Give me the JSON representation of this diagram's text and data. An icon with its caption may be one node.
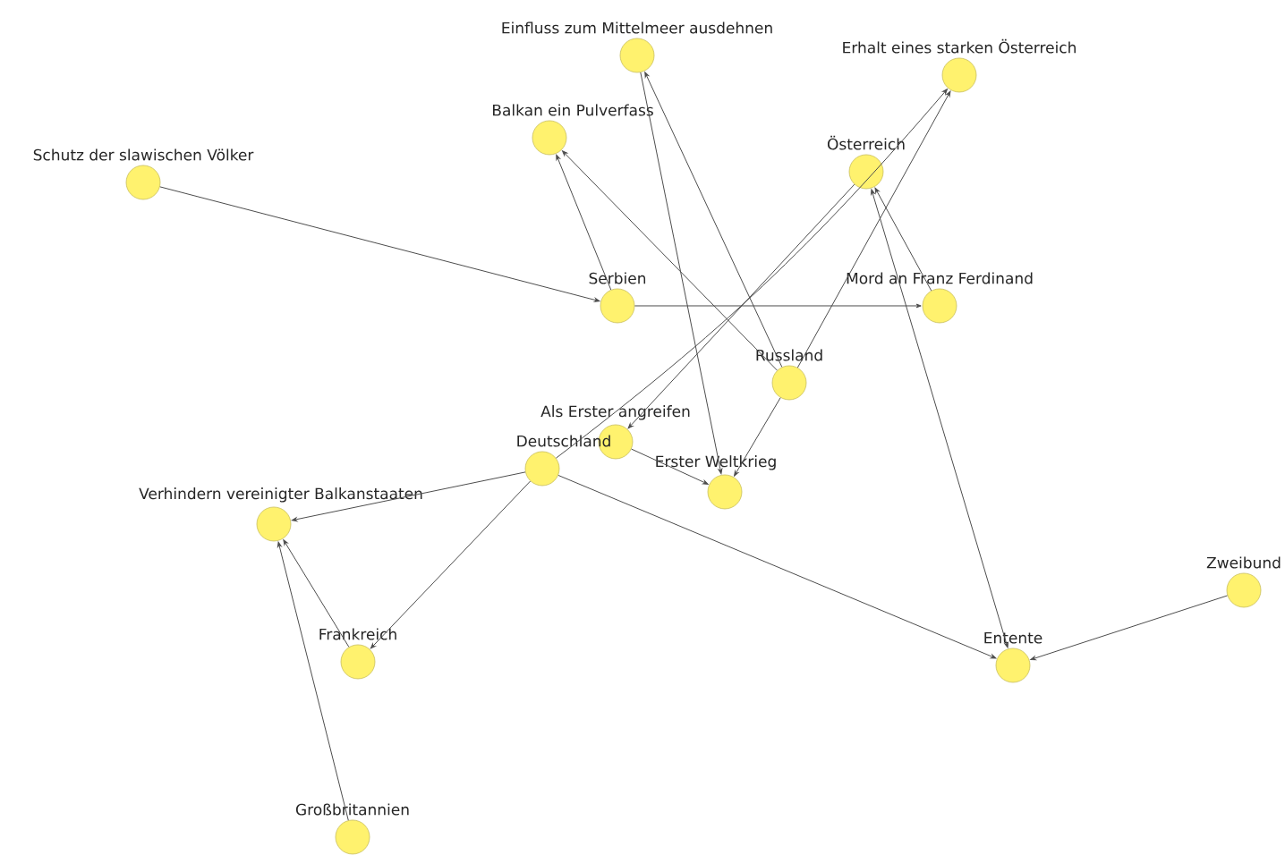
{
  "diagram": {
    "nodes": [
      {
        "text": [
          "Einfluss zum Mittelmeer ausdehnen"
        ]
      },
      {
        "text": [
          "Erhalt eines starken Österreich"
        ]
      },
      {
        "text": [
          "Balkan ein Pulverfass"
        ]
      },
      {
        "text": [
          "Schutz der slawischen Völker"
        ]
      },
      {
        "text": [
          "Österreich"
        ]
      },
      {
        "text": [
          "Serbien"
        ]
      },
      {
        "text": [
          "Mord an Franz Ferdinand"
        ]
      },
      {
        "text": [
          "Russland"
        ]
      },
      {
        "text": [
          "Als Erster angreifen"
        ]
      },
      {
        "text": [
          "Deutschland"
        ]
      },
      {
        "text": [
          "Erster Weltkrieg"
        ]
      },
      {
        "text": [
          "Verhindern vereinigter Balkanstaaten"
        ]
      },
      {
        "text": [
          "Frankreich"
        ]
      },
      {
        "text": [
          "Zweibund"
        ]
      },
      {
        "text": [
          "Entente"
        ]
      },
      {
        "text": [
          "Großbritannien"
        ]
      }
    ],
    "edges": [
      {
        "from": 3,
        "to": 5,
        "arrow": "to"
      },
      {
        "from": 5,
        "to": 6,
        "arrow": "to"
      },
      {
        "from": 5,
        "to": 2,
        "arrow": "to"
      },
      {
        "from": 7,
        "to": 2,
        "arrow": "to"
      },
      {
        "from": 7,
        "to": 0,
        "arrow": "to"
      },
      {
        "from": 0,
        "to": 10,
        "arrow": "to"
      },
      {
        "from": 7,
        "to": 1,
        "arrow": "to"
      },
      {
        "from": 9,
        "to": 1,
        "arrow": "to"
      },
      {
        "from": 4,
        "to": 8,
        "arrow": "to"
      },
      {
        "from": 6,
        "to": 4,
        "arrow": "to"
      },
      {
        "from": 4,
        "to": 14,
        "arrow": "both"
      },
      {
        "from": 7,
        "to": 10,
        "arrow": "to"
      },
      {
        "from": 8,
        "to": 10,
        "arrow": "to"
      },
      {
        "from": 9,
        "to": 11,
        "arrow": "to"
      },
      {
        "from": 9,
        "to": 12,
        "arrow": "to"
      },
      {
        "from": 12,
        "to": 11,
        "arrow": "to"
      },
      {
        "from": 15,
        "to": 11,
        "arrow": "to"
      },
      {
        "from": 9,
        "to": 14,
        "arrow": "to"
      },
      {
        "from": 13,
        "to": 14,
        "arrow": "to"
      }
    ]
  }
}
